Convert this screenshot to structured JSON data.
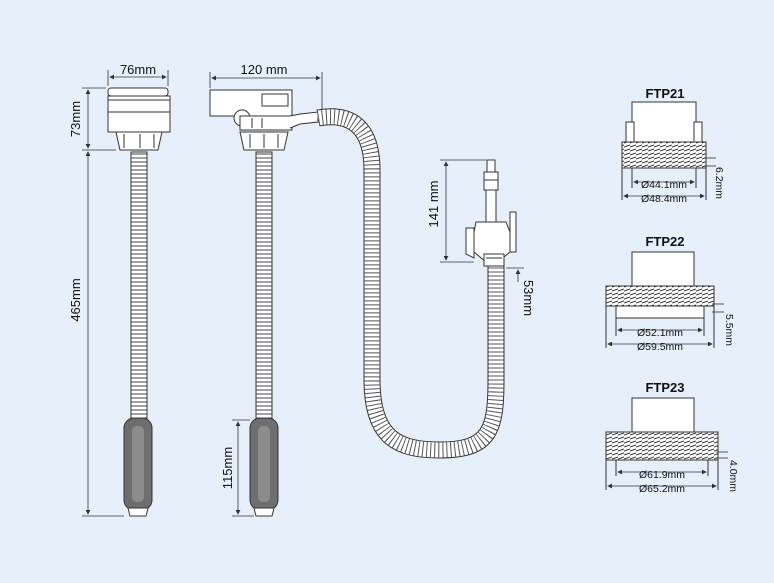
{
  "colors": {
    "background": "#e6f0fb",
    "line": "#333333",
    "panel": "#ffffff",
    "handle": "#6e6e6e"
  },
  "pump_left": {
    "width_label": "76mm",
    "head_height_label": "73mm",
    "total_length_label": "465mm"
  },
  "pump_middle": {
    "width_label": "120 mm",
    "handle_length_label": "115mm"
  },
  "outlet": {
    "nozzle_length_label": "141 mm",
    "connector_label": "53mm"
  },
  "threads": [
    {
      "title": "FTP21",
      "inner_diameter": "Ø44.1mm",
      "outer_diameter": "Ø48.4mm",
      "pitch": "6.2mm"
    },
    {
      "title": "FTP22",
      "inner_diameter": "Ø52.1mm",
      "outer_diameter": "Ø59.5mm",
      "pitch": "5.5mm"
    },
    {
      "title": "FTP23",
      "inner_diameter": "Ø61.9mm",
      "outer_diameter": "Ø65.2mm",
      "pitch": "4.0mm"
    }
  ]
}
